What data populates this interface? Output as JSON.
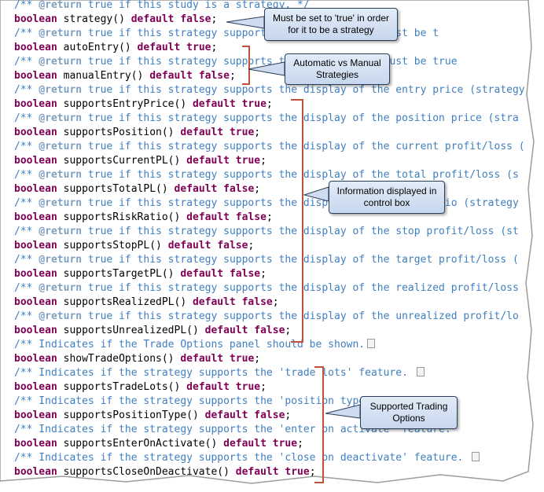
{
  "code_lines": [
    {
      "parts": [
        {
          "t": "/** ",
          "c": "cmt"
        },
        {
          "t": "@return",
          "c": "ann"
        },
        {
          "t": " true if this study is a strategy. */",
          "c": "cmt"
        }
      ]
    },
    {
      "parts": [
        {
          "t": "boolean",
          "c": "kw"
        },
        {
          "t": " strategy() ",
          "c": "id"
        },
        {
          "t": "default",
          "c": "kw"
        },
        {
          "t": " ",
          "c": "id"
        },
        {
          "t": "false",
          "c": "kw"
        },
        {
          "t": ";",
          "c": "id"
        }
      ]
    },
    {
      "parts": [
        {
          "t": "/** ",
          "c": "cmt"
        },
        {
          "t": "@return",
          "c": "ann"
        },
        {
          "t": " true if this strategy supports the strategy tag must be t",
          "c": "cmt"
        }
      ]
    },
    {
      "parts": [
        {
          "t": "boolean",
          "c": "kw"
        },
        {
          "t": " autoEntry() ",
          "c": "id"
        },
        {
          "t": "default",
          "c": "kw"
        },
        {
          "t": " ",
          "c": "id"
        },
        {
          "t": "true",
          "c": "kw"
        },
        {
          "t": ";",
          "c": "id"
        }
      ]
    },
    {
      "parts": [
        {
          "t": "/** ",
          "c": "cmt"
        },
        {
          "t": "@return",
          "c": "ann"
        },
        {
          "t": " true if this strategy supports the strategy tag must be true",
          "c": "cmt"
        }
      ]
    },
    {
      "parts": [
        {
          "t": "boolean",
          "c": "kw"
        },
        {
          "t": " manualEntry() ",
          "c": "id"
        },
        {
          "t": "default",
          "c": "kw"
        },
        {
          "t": " ",
          "c": "id"
        },
        {
          "t": "false",
          "c": "kw"
        },
        {
          "t": ";",
          "c": "id"
        }
      ]
    },
    {
      "parts": [
        {
          "t": "/** ",
          "c": "cmt"
        },
        {
          "t": "@return",
          "c": "ann"
        },
        {
          "t": " true if this strategy supports the display of the entry price (strategy",
          "c": "cmt"
        }
      ]
    },
    {
      "parts": [
        {
          "t": "boolean",
          "c": "kw"
        },
        {
          "t": " supportsEntryPrice() ",
          "c": "id"
        },
        {
          "t": "default",
          "c": "kw"
        },
        {
          "t": " ",
          "c": "id"
        },
        {
          "t": "true",
          "c": "kw"
        },
        {
          "t": ";",
          "c": "id"
        }
      ]
    },
    {
      "parts": [
        {
          "t": "/** ",
          "c": "cmt"
        },
        {
          "t": "@return",
          "c": "ann"
        },
        {
          "t": " true if this strategy supports the display of the position price (stra",
          "c": "cmt"
        }
      ]
    },
    {
      "parts": [
        {
          "t": "boolean",
          "c": "kw"
        },
        {
          "t": " supportsPosition() ",
          "c": "id"
        },
        {
          "t": "default",
          "c": "kw"
        },
        {
          "t": " ",
          "c": "id"
        },
        {
          "t": "true",
          "c": "kw"
        },
        {
          "t": ";",
          "c": "id"
        }
      ]
    },
    {
      "parts": [
        {
          "t": "/** ",
          "c": "cmt"
        },
        {
          "t": "@return",
          "c": "ann"
        },
        {
          "t": " true if this strategy supports the display of the current profit/loss (",
          "c": "cmt"
        }
      ]
    },
    {
      "parts": [
        {
          "t": "boolean",
          "c": "kw"
        },
        {
          "t": " supportsCurrentPL() ",
          "c": "id"
        },
        {
          "t": "default",
          "c": "kw"
        },
        {
          "t": " ",
          "c": "id"
        },
        {
          "t": "true",
          "c": "kw"
        },
        {
          "t": ";",
          "c": "id"
        }
      ]
    },
    {
      "parts": [
        {
          "t": "/** ",
          "c": "cmt"
        },
        {
          "t": "@return",
          "c": "ann"
        },
        {
          "t": " true if this strategy supports the display of the total profit/loss (s",
          "c": "cmt"
        }
      ]
    },
    {
      "parts": [
        {
          "t": "boolean",
          "c": "kw"
        },
        {
          "t": " supportsTotalPL() ",
          "c": "id"
        },
        {
          "t": "default",
          "c": "kw"
        },
        {
          "t": " ",
          "c": "id"
        },
        {
          "t": "false",
          "c": "kw"
        },
        {
          "t": ";",
          "c": "id"
        }
      ]
    },
    {
      "parts": [
        {
          "t": "/** ",
          "c": "cmt"
        },
        {
          "t": "@return",
          "c": "ann"
        },
        {
          "t": " true if this strategy supports the display of the risk ratio (strategy",
          "c": "cmt"
        }
      ]
    },
    {
      "parts": [
        {
          "t": "boolean",
          "c": "kw"
        },
        {
          "t": " supportsRiskRatio() ",
          "c": "id"
        },
        {
          "t": "default",
          "c": "kw"
        },
        {
          "t": " ",
          "c": "id"
        },
        {
          "t": "false",
          "c": "kw"
        },
        {
          "t": ";",
          "c": "id"
        }
      ]
    },
    {
      "parts": [
        {
          "t": "/** ",
          "c": "cmt"
        },
        {
          "t": "@return",
          "c": "ann"
        },
        {
          "t": " true if this strategy supports the display of the stop profit/loss (st",
          "c": "cmt"
        }
      ]
    },
    {
      "parts": [
        {
          "t": "boolean",
          "c": "kw"
        },
        {
          "t": " supportsStopPL() ",
          "c": "id"
        },
        {
          "t": "default",
          "c": "kw"
        },
        {
          "t": " ",
          "c": "id"
        },
        {
          "t": "false",
          "c": "kw"
        },
        {
          "t": ";",
          "c": "id"
        }
      ]
    },
    {
      "parts": [
        {
          "t": "/** ",
          "c": "cmt"
        },
        {
          "t": "@return",
          "c": "ann"
        },
        {
          "t": " true if this strategy supports the display of the target profit/loss (",
          "c": "cmt"
        }
      ]
    },
    {
      "parts": [
        {
          "t": "boolean",
          "c": "kw"
        },
        {
          "t": " supportsTargetPL() ",
          "c": "id"
        },
        {
          "t": "default",
          "c": "kw"
        },
        {
          "t": " ",
          "c": "id"
        },
        {
          "t": "false",
          "c": "kw"
        },
        {
          "t": ";",
          "c": "id"
        }
      ]
    },
    {
      "parts": [
        {
          "t": "/** ",
          "c": "cmt"
        },
        {
          "t": "@return",
          "c": "ann"
        },
        {
          "t": " true if this strategy supports the display of the realized profit/loss",
          "c": "cmt"
        }
      ]
    },
    {
      "parts": [
        {
          "t": "boolean",
          "c": "kw"
        },
        {
          "t": " supportsRealizedPL() ",
          "c": "id"
        },
        {
          "t": "default",
          "c": "kw"
        },
        {
          "t": " ",
          "c": "id"
        },
        {
          "t": "false",
          "c": "kw"
        },
        {
          "t": ";",
          "c": "id"
        }
      ]
    },
    {
      "parts": [
        {
          "t": "/** ",
          "c": "cmt"
        },
        {
          "t": "@return",
          "c": "ann"
        },
        {
          "t": " true if this strategy supports the display of the unrealized profit/lo",
          "c": "cmt"
        }
      ]
    },
    {
      "parts": [
        {
          "t": "boolean",
          "c": "kw"
        },
        {
          "t": " supportsUnrealizedPL() ",
          "c": "id"
        },
        {
          "t": "default",
          "c": "kw"
        },
        {
          "t": " ",
          "c": "id"
        },
        {
          "t": "false",
          "c": "kw"
        },
        {
          "t": ";",
          "c": "id"
        }
      ]
    },
    {
      "parts": [
        {
          "t": "/** Indicates if the Trade Options panel should be shown.",
          "c": "cmt"
        }
      ],
      "fold": true
    },
    {
      "parts": [
        {
          "t": "boolean",
          "c": "kw"
        },
        {
          "t": " showTradeOptions() ",
          "c": "id"
        },
        {
          "t": "default",
          "c": "kw"
        },
        {
          "t": " ",
          "c": "id"
        },
        {
          "t": "true",
          "c": "kw"
        },
        {
          "t": ";",
          "c": "id"
        }
      ]
    },
    {
      "parts": [
        {
          "t": "/** Indicates if the strategy supports the 'trade lots' feature. ",
          "c": "cmt"
        }
      ],
      "fold": true
    },
    {
      "parts": [
        {
          "t": "boolean",
          "c": "kw"
        },
        {
          "t": " supportsTradeLots() ",
          "c": "id"
        },
        {
          "t": "default",
          "c": "kw"
        },
        {
          "t": " ",
          "c": "id"
        },
        {
          "t": "true",
          "c": "kw"
        },
        {
          "t": ";",
          "c": "id"
        }
      ]
    },
    {
      "parts": [
        {
          "t": "/** Indicates if the strategy supports the 'position type' feature.",
          "c": "cmt"
        }
      ]
    },
    {
      "parts": [
        {
          "t": "boolean",
          "c": "kw"
        },
        {
          "t": " supportsPositionType() ",
          "c": "id"
        },
        {
          "t": "default",
          "c": "kw"
        },
        {
          "t": " ",
          "c": "id"
        },
        {
          "t": "false",
          "c": "kw"
        },
        {
          "t": ";",
          "c": "id"
        }
      ]
    },
    {
      "parts": [
        {
          "t": "/** Indicates if the strategy supports the 'enter on activate' feature.",
          "c": "cmt"
        }
      ]
    },
    {
      "parts": [
        {
          "t": "boolean",
          "c": "kw"
        },
        {
          "t": " supportsEnterOnActivate() ",
          "c": "id"
        },
        {
          "t": "default",
          "c": "kw"
        },
        {
          "t": " ",
          "c": "id"
        },
        {
          "t": "true",
          "c": "kw"
        },
        {
          "t": ";",
          "c": "id"
        }
      ]
    },
    {
      "parts": [
        {
          "t": "/** Indicates if the strategy supports the 'close on deactivate' feature. ",
          "c": "cmt"
        }
      ],
      "fold": true
    },
    {
      "parts": [
        {
          "t": "boolean",
          "c": "kw"
        },
        {
          "t": " supportsCloseOnDeactivate() ",
          "c": "id"
        },
        {
          "t": "default",
          "c": "kw"
        },
        {
          "t": " ",
          "c": "id"
        },
        {
          "t": "true",
          "c": "kw"
        },
        {
          "t": ";",
          "c": "id"
        }
      ]
    }
  ],
  "callouts": {
    "strategy": "Must be set to 'true' in order for it to be a strategy",
    "entry": "Automatic vs Manual Strategies",
    "info": "Information displayed in control box",
    "trading": "Supported Trading Options"
  },
  "colors": {
    "comment": "#3f7fbf",
    "keyword": "#7f0055",
    "annotation": "#7f9fbf",
    "bracket": "#c0503a",
    "callout_border": "#2b3f5a"
  }
}
